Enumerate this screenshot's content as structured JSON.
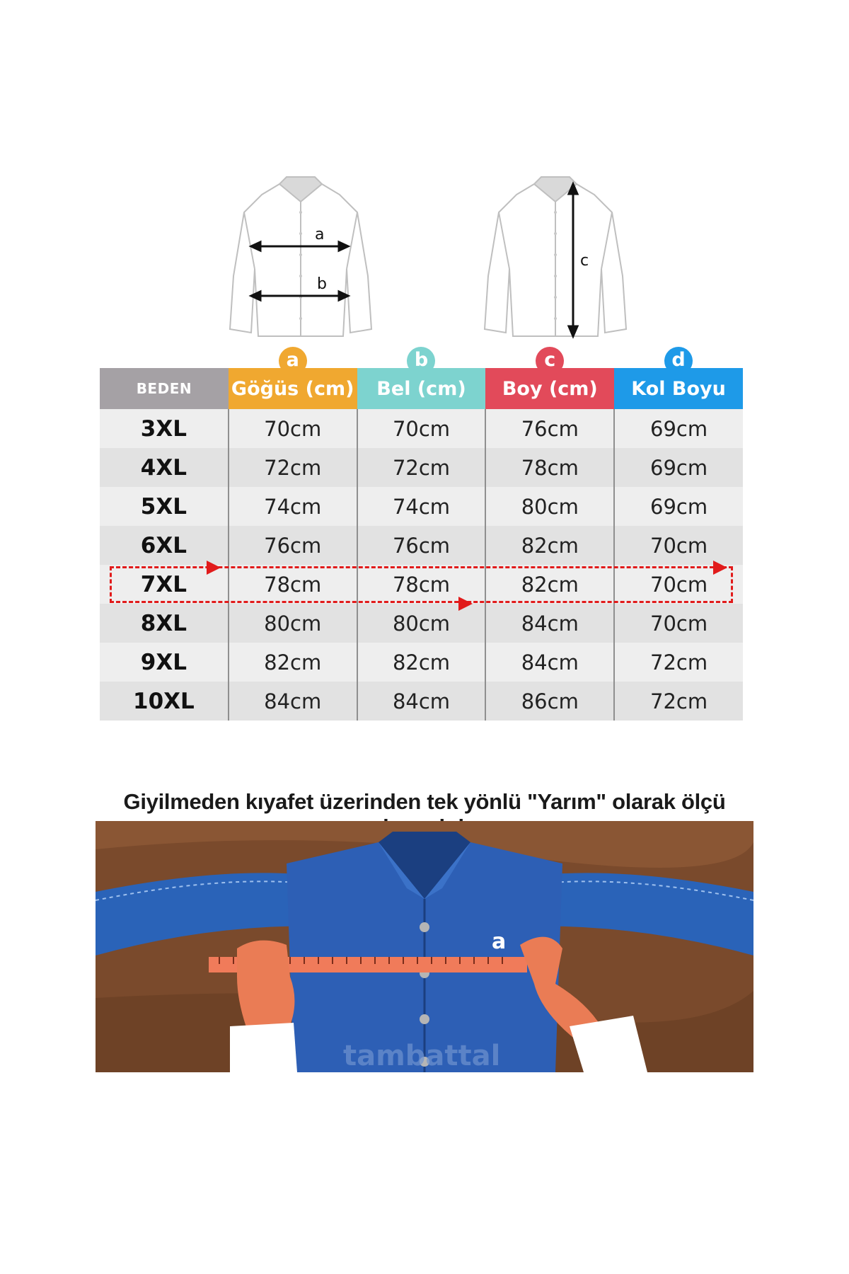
{
  "diagram": {
    "label_a": "a",
    "label_b": "b",
    "label_c": "c"
  },
  "table": {
    "size_header": "BEDEN",
    "columns": [
      {
        "badge": "a",
        "label": "Göğüs (cm)",
        "color": "#f0a830"
      },
      {
        "badge": "b",
        "label": "Bel (cm)",
        "color": "#7dd3cf"
      },
      {
        "badge": "c",
        "label": "Boy (cm)",
        "color": "#e24a5a"
      },
      {
        "badge": "d",
        "label": "Kol Boyu",
        "color": "#1e9ae8"
      }
    ],
    "rows": [
      {
        "size": "3XL",
        "values": [
          "70cm",
          "70cm",
          "76cm",
          "69cm"
        ]
      },
      {
        "size": "4XL",
        "values": [
          "72cm",
          "72cm",
          "78cm",
          "69cm"
        ]
      },
      {
        "size": "5XL",
        "values": [
          "74cm",
          "74cm",
          "80cm",
          "69cm"
        ]
      },
      {
        "size": "6XL",
        "values": [
          "76cm",
          "76cm",
          "82cm",
          "70cm"
        ]
      },
      {
        "size": "7XL",
        "values": [
          "78cm",
          "78cm",
          "82cm",
          "70cm"
        ]
      },
      {
        "size": "8XL",
        "values": [
          "80cm",
          "80cm",
          "84cm",
          "70cm"
        ]
      },
      {
        "size": "9XL",
        "values": [
          "82cm",
          "82cm",
          "84cm",
          "72cm"
        ]
      },
      {
        "size": "10XL",
        "values": [
          "84cm",
          "84cm",
          "86cm",
          "72cm"
        ]
      }
    ],
    "highlighted_size": "7XL",
    "highlight_color": "#e11b1b"
  },
  "instruction": "Giyilmeden kıyafet üzerinden tek yönlü \"Yarım\" olarak ölçü alınmalıdır",
  "illustration": {
    "label_a": "a",
    "watermark": "tambattal"
  }
}
